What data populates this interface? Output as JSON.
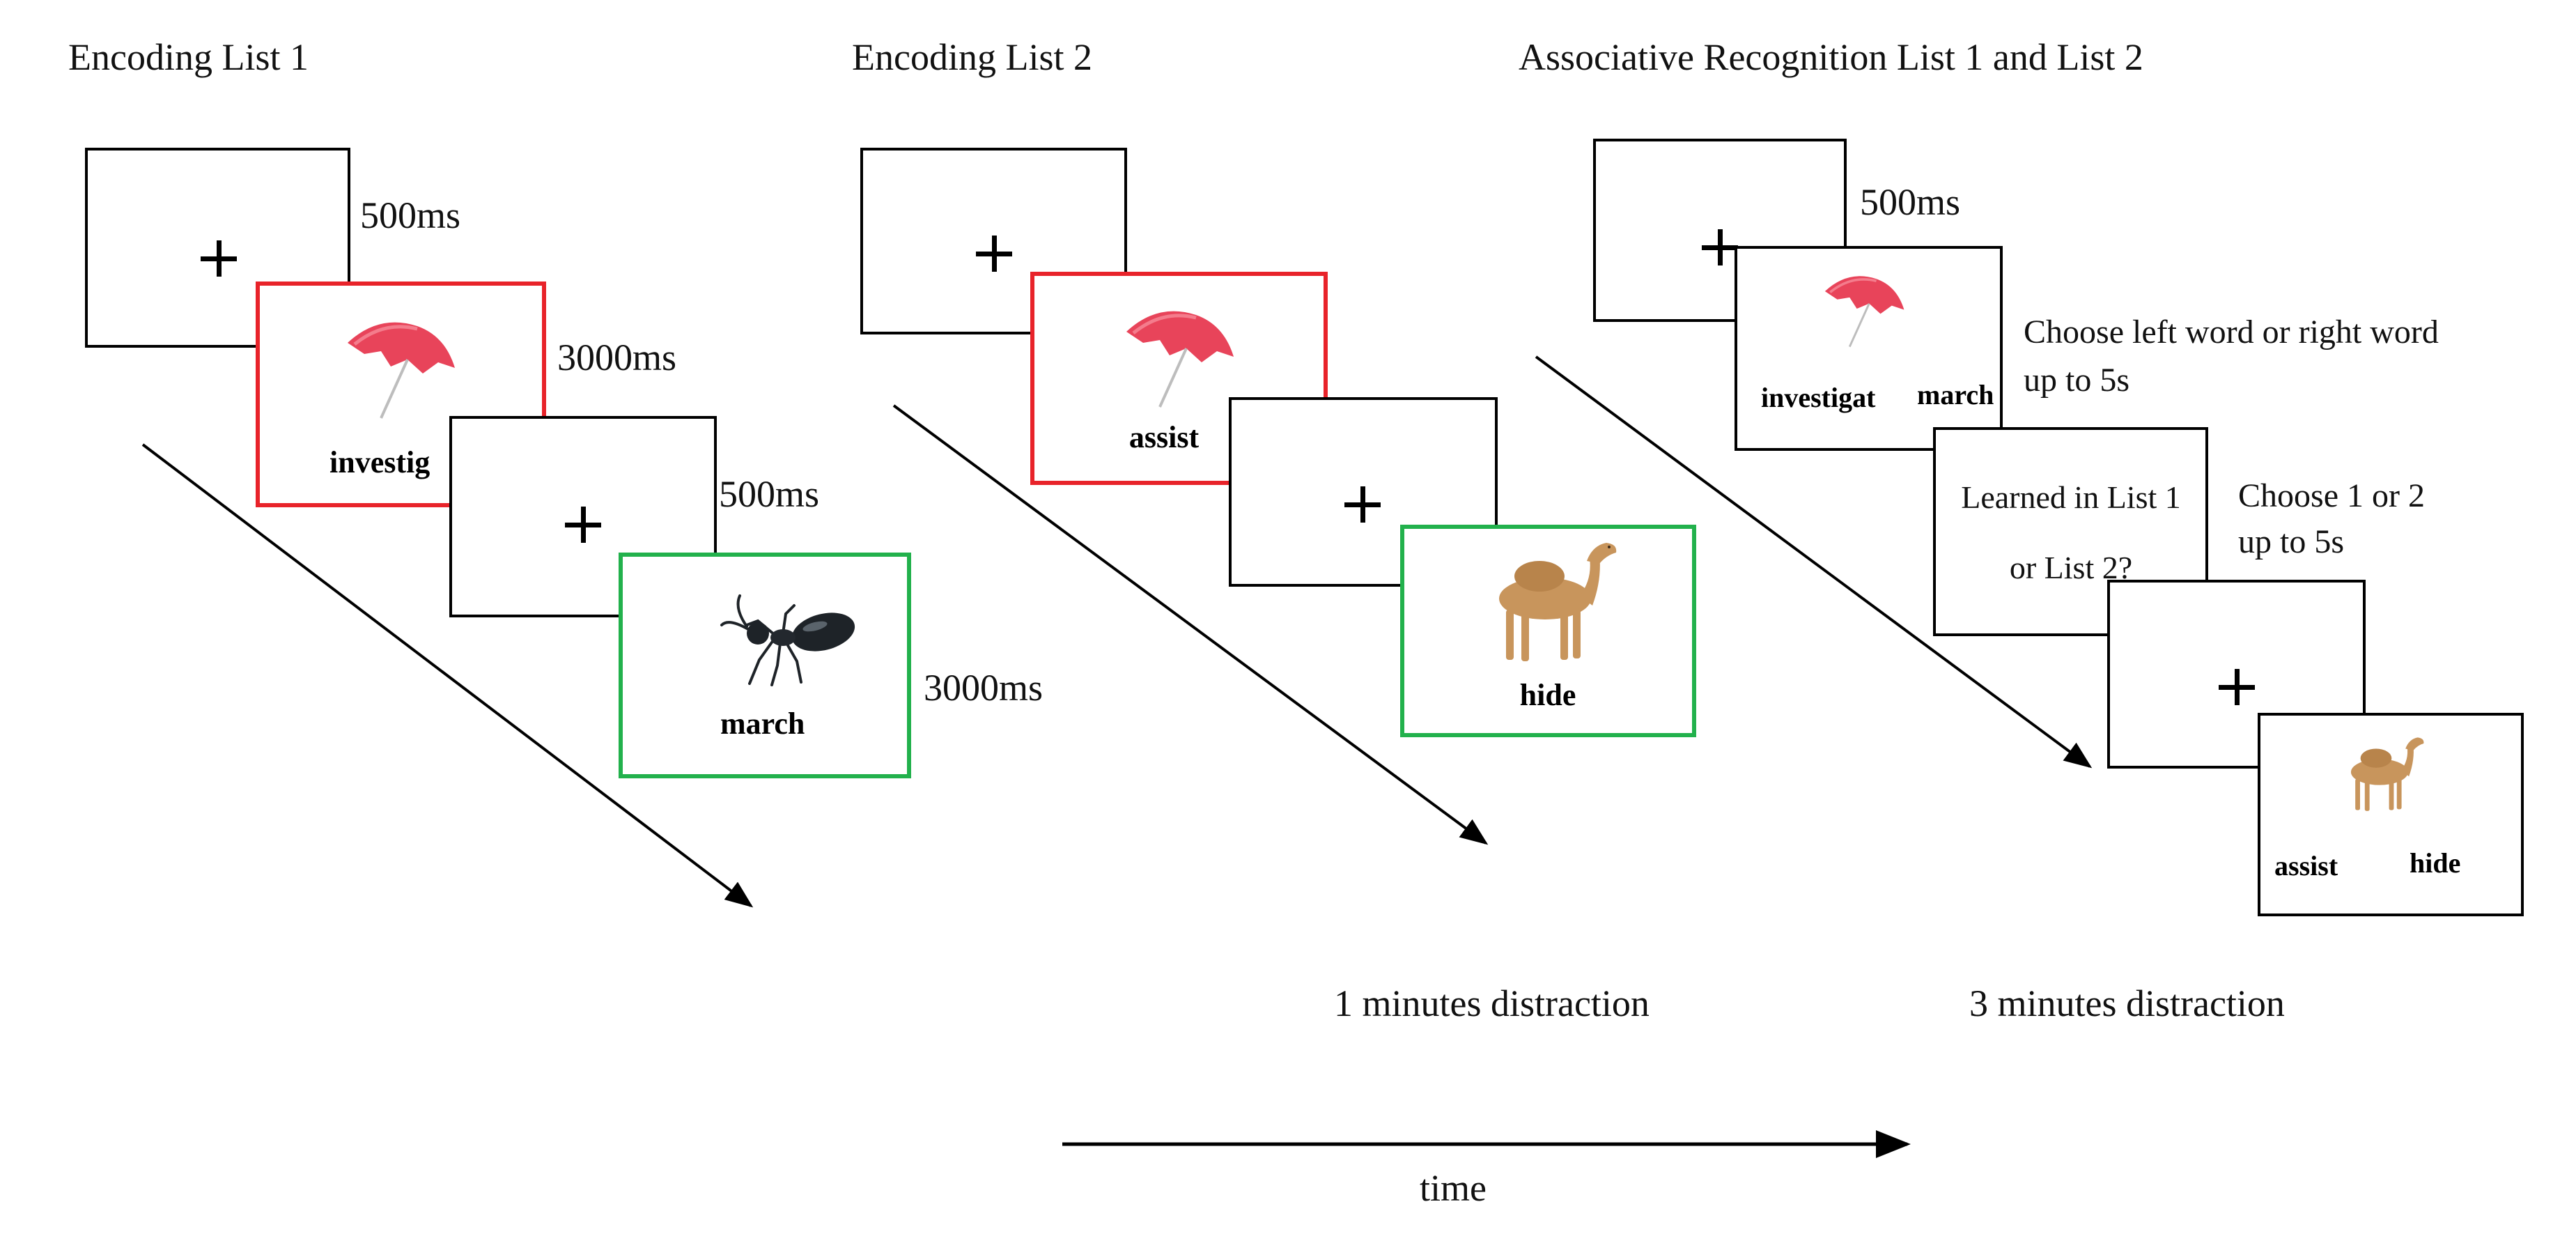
{
  "sections": {
    "encoding1_title": "Encoding List 1",
    "encoding2_title": "Encoding List 2",
    "recognition_title": "Associative Recognition List 1 and List 2"
  },
  "encoding1": {
    "fixation_duration": "500ms",
    "study1_duration": "3000ms",
    "study1_word": "investig",
    "fixation2_duration": "500ms",
    "study2_word": "march",
    "study2_duration": "3000ms"
  },
  "encoding2": {
    "study1_word": "assist",
    "study2_word": "hide"
  },
  "recognition": {
    "fixation_duration": "500ms",
    "test1_left_word": "investigat",
    "test1_right_word": "march",
    "test1_instruction_line1": "Choose left word or right word",
    "test1_instruction_line2": "up to 5s",
    "source_question_line1": "Learned in List 1",
    "source_question_line2": "or List 2?",
    "source_instruction_line1": "Choose 1 or 2",
    "source_instruction_line2": "up to 5s",
    "test2_left_word": "assist",
    "test2_right_word": "hide"
  },
  "distractions": {
    "first": "1 minutes distraction",
    "second": "3 minutes distraction"
  },
  "time_label": "time",
  "colors": {
    "study_frame_red": "#e8232a",
    "study_frame_green": "#22b14c",
    "umbrella": "#e8445a",
    "ant": "#1e2328",
    "camel": "#c8955c"
  },
  "icons": [
    "umbrella-icon",
    "ant-icon",
    "camel-icon",
    "fixation-cross-icon"
  ]
}
